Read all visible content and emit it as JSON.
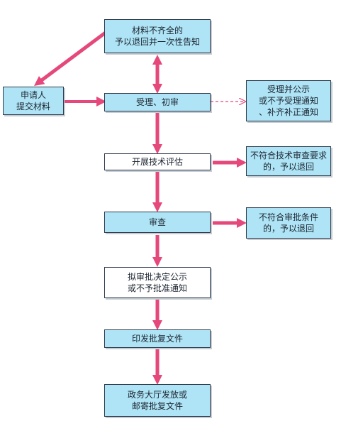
{
  "colors": {
    "arrow": "#e5487a",
    "box_fill_blue": "#aee4f5",
    "box_fill_white": "#ffffff",
    "box_border": "#2d3a4a"
  },
  "nodes": {
    "incomplete": {
      "line1": "材料不齐全的",
      "line2": "予以退回并一次性告知"
    },
    "applicant": {
      "line1": "申请人",
      "line2": "提交材料"
    },
    "accept": {
      "line1": "受理、初审"
    },
    "notice": {
      "line1": "受理并公示",
      "line2": "或不予受理通知",
      "line3": "、补齐补正通知"
    },
    "tech_eval": {
      "line1": "开展技术评估"
    },
    "tech_reject": {
      "line1": "不符合技术审查要求",
      "line2": "的，予以退回"
    },
    "review": {
      "line1": "审查"
    },
    "review_reject": {
      "line1": "不符合审批条件",
      "line2": "的，予以退回"
    },
    "draft": {
      "line1": "拟审批决定公示",
      "line2": "或不予批准通知"
    },
    "issue": {
      "line1": "印发批复文件"
    },
    "deliver": {
      "line1": "政务大厅发放或",
      "line2": "邮寄批复文件"
    }
  }
}
